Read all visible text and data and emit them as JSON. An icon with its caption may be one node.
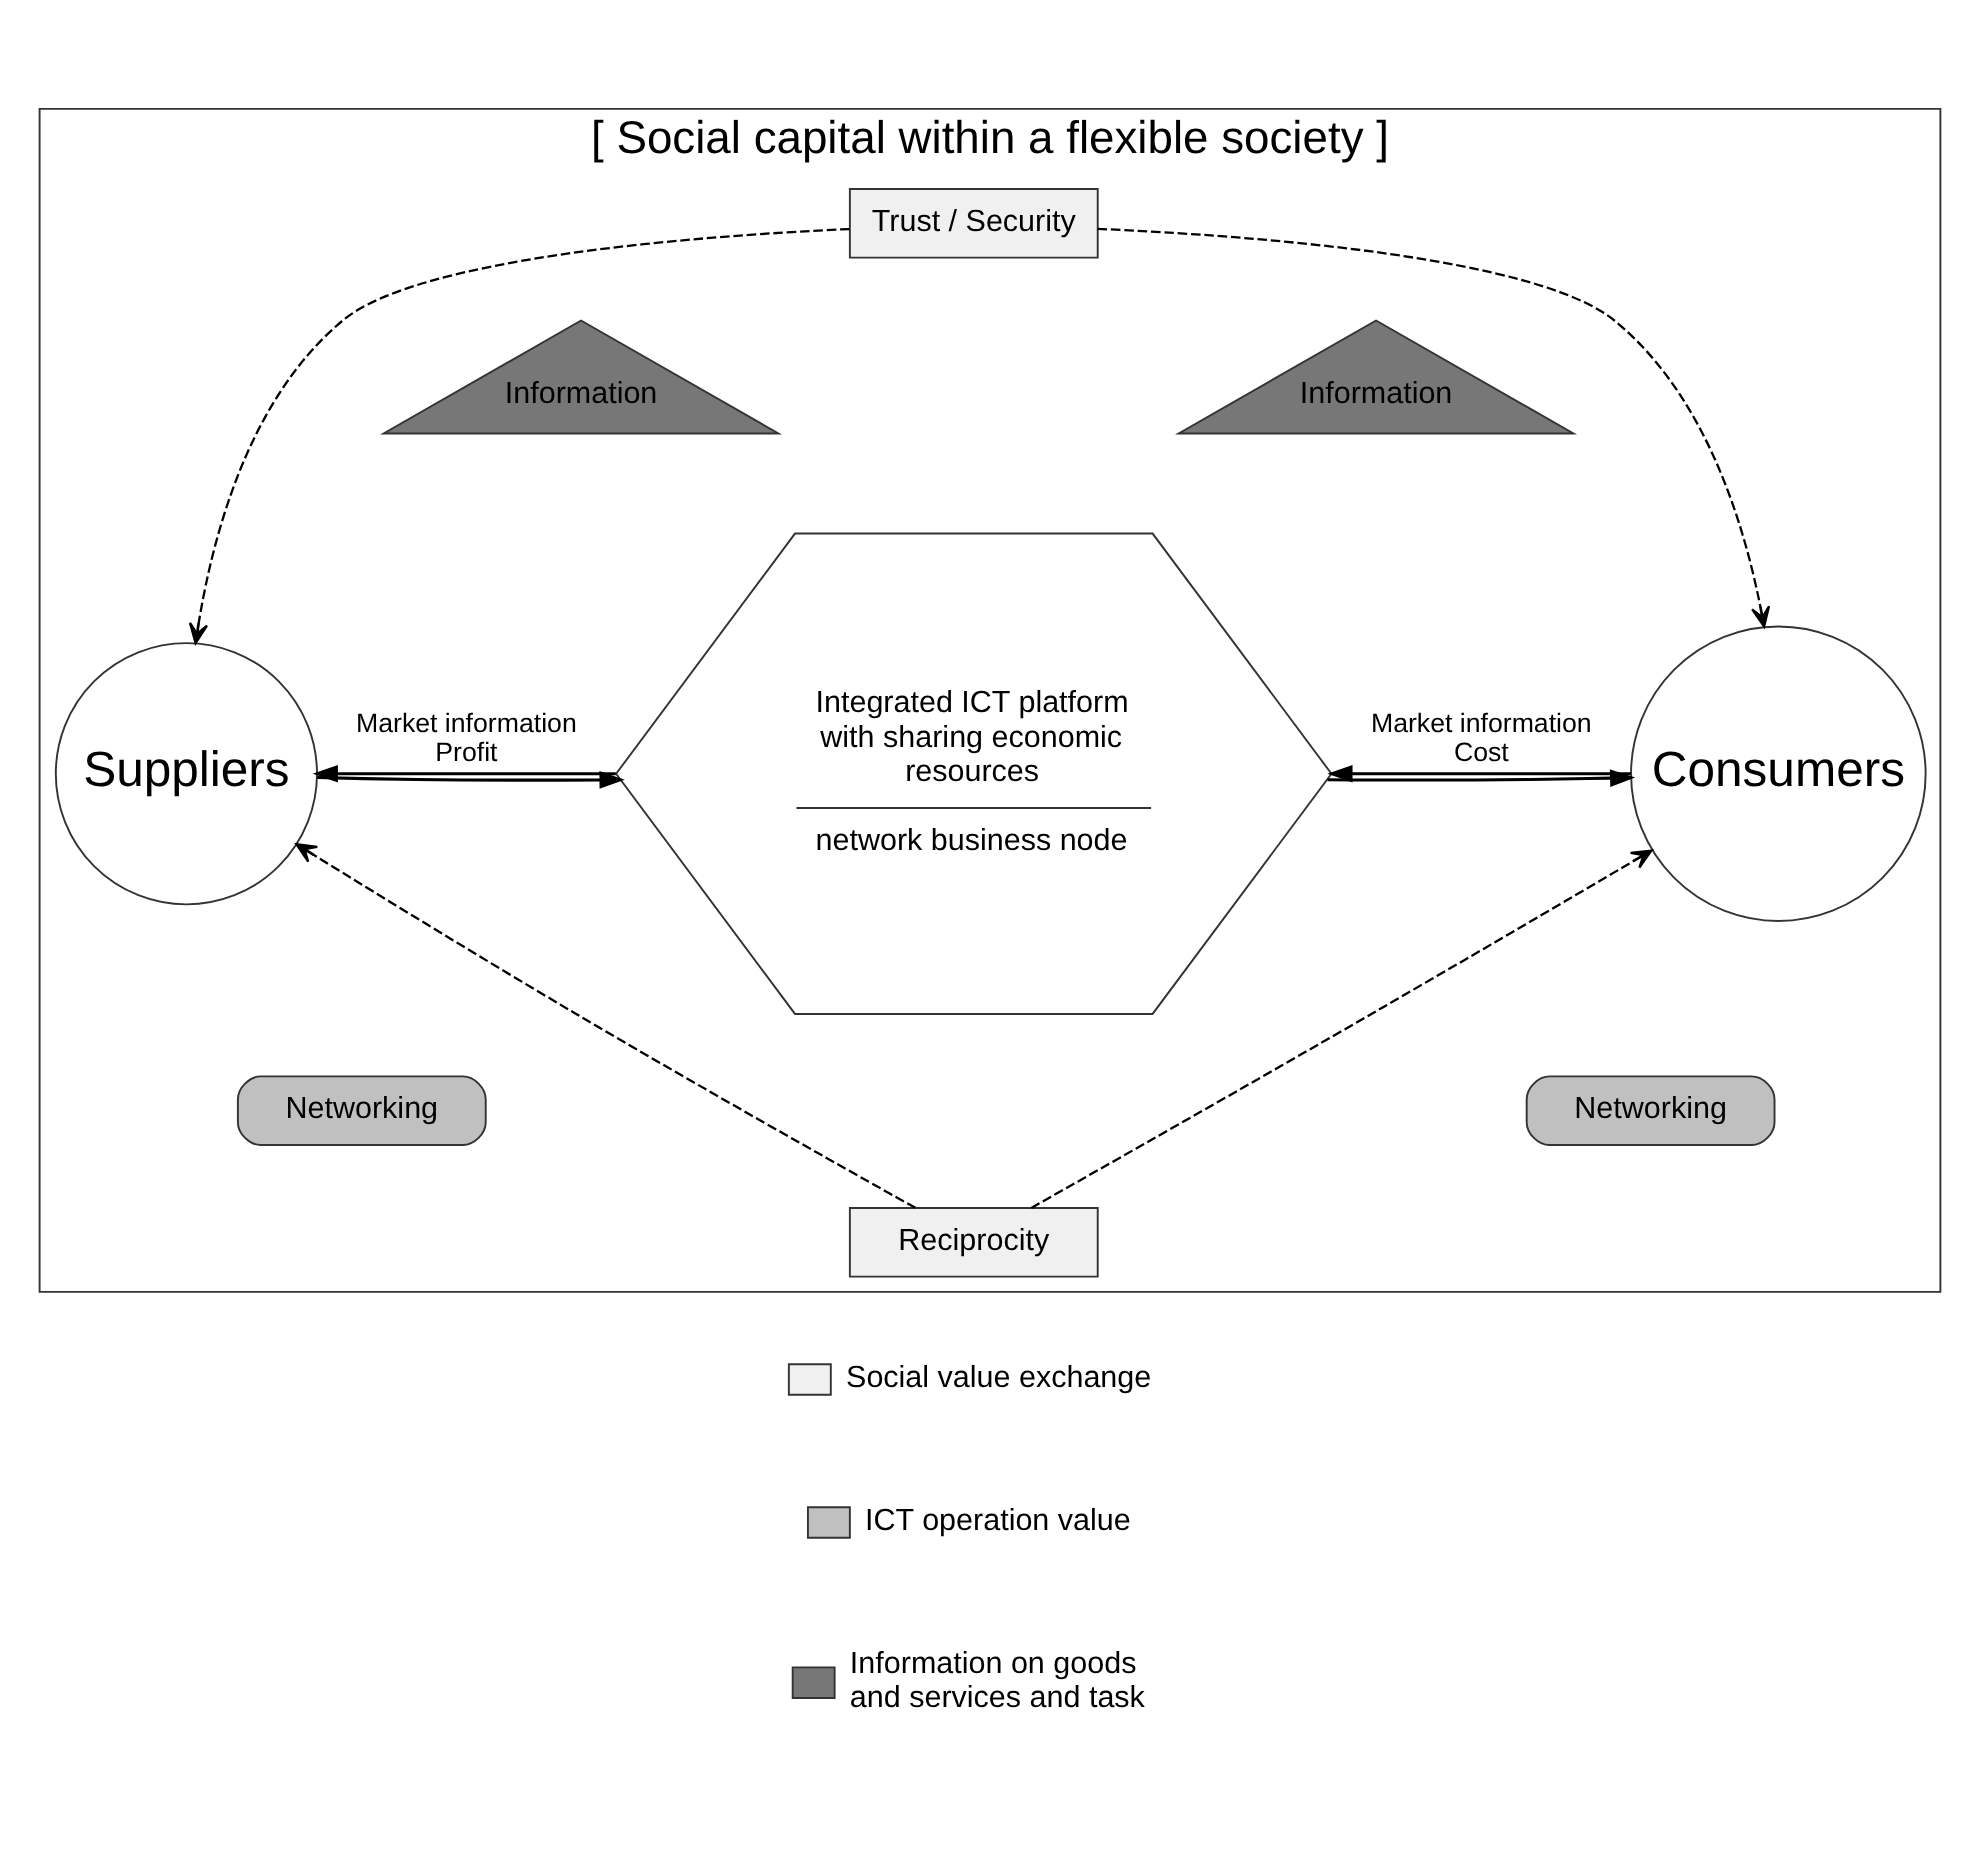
{
  "diagram": {
    "nodes": [
      {
        "text": [
          "[ Social capital within a flexible society ]"
        ]
      },
      {
        "text": [
          "Suppliers"
        ],
        "in": 0
      },
      {
        "text": [
          "Consumers"
        ],
        "in": 0
      },
      {
        "text": [
          "Trust / Security"
        ],
        "in": 0
      },
      {
        "text": [
          "Information"
        ],
        "in": 0
      },
      {
        "text": [
          "Networking"
        ],
        "in": 0
      },
      {
        "text": [
          "Integrated ICT platform with sharing economic resources",
          "network business node"
        ],
        "in": 0
      },
      {
        "text": [
          "Information"
        ],
        "in": 0
      },
      {
        "text": [
          "Networking"
        ],
        "in": 0
      },
      {
        "text": [
          "Reciprocity"
        ],
        "in": 0
      }
    ],
    "edges": [
      {
        "from": 3,
        "to": 1,
        "arrow": "to",
        "style": "dashed"
      },
      {
        "from": 3,
        "to": 2,
        "arrow": "to",
        "style": "dashed"
      },
      {
        "from": 1,
        "to": 6,
        "arrow": "to"
      },
      {
        "from": 6,
        "to": 1,
        "arrow": "to",
        "label": "Market information Profit"
      },
      {
        "from": 6,
        "to": 2,
        "arrow": "to"
      },
      {
        "from": 2,
        "to": 6,
        "arrow": "to",
        "label": "Market information Cost"
      },
      {
        "from": 9,
        "to": 1,
        "arrow": "to",
        "style": "dashed"
      },
      {
        "from": 9,
        "to": 2,
        "arrow": "to",
        "style": "dashed"
      }
    ],
    "legend": [
      {
        "text": "Social value exchange",
        "color": "#f0f0f0"
      },
      {
        "text": "ICT operation value",
        "color": "#c0c0c0"
      },
      {
        "text": "Information on goods and services and task",
        "color": "#777777"
      }
    ]
  }
}
